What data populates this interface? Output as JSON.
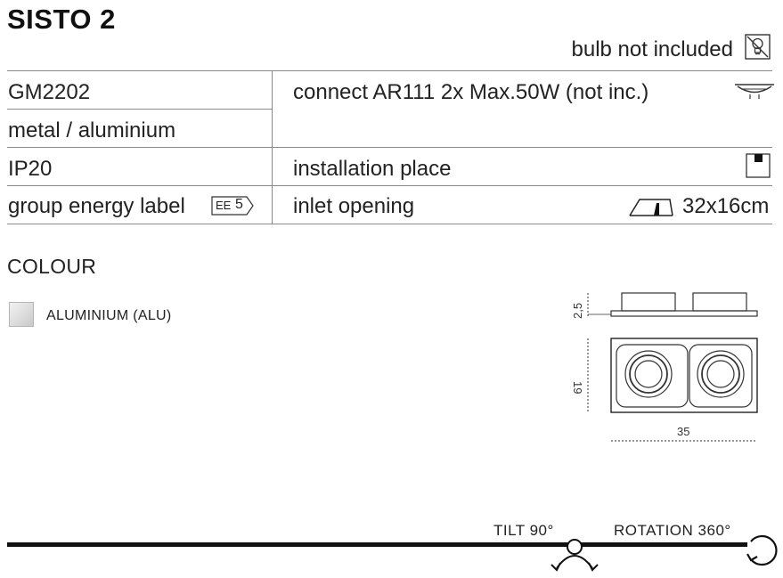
{
  "product": {
    "title": "SISTO 2",
    "bulb_note": "bulb not included"
  },
  "specs": {
    "code": "GM2202",
    "material": "metal / aluminium",
    "ip_rating": "IP20",
    "energy_label_text": "group energy label",
    "energy_label_badge_prefix": "EE",
    "energy_label_badge_value": "5",
    "connect": "connect AR111 2x Max.50W (not inc.)",
    "installation_place": "installation place",
    "inlet_opening": "inlet opening",
    "inlet_size": "32x16cm"
  },
  "colour": {
    "heading": "COLOUR",
    "options": [
      {
        "label": "ALUMINIUM (ALU)",
        "color": "#d8d8d8"
      }
    ]
  },
  "dimensions": {
    "height": "2,5",
    "depth": "19",
    "width": "35"
  },
  "features": {
    "tilt": "TILT 90°",
    "rotation": "ROTATION 360°"
  },
  "icons": [
    "bulb-crossed-icon",
    "ar111-lamp-icon",
    "ceiling-mount-icon",
    "inlet-opening-icon",
    "tilt-icon",
    "rotation-icon"
  ]
}
